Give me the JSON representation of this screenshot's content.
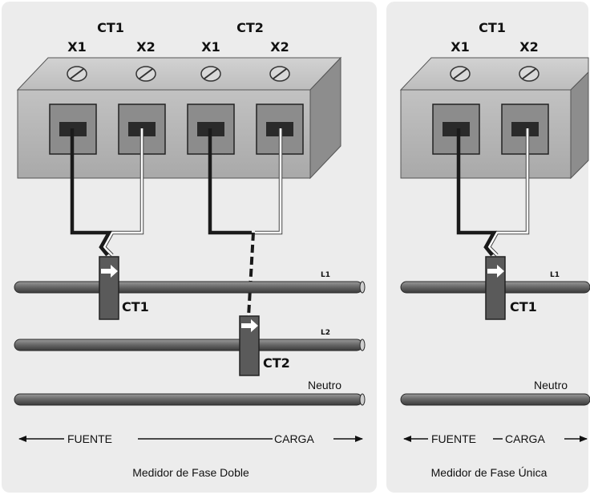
{
  "double_phase": {
    "header": {
      "ct1": "CT1",
      "ct2": "CT2",
      "x1": "X1",
      "x2": "X2"
    },
    "lines": {
      "l1": "L1",
      "l2": "L2",
      "neutral": "Neutro"
    },
    "clamps": {
      "ct1": "CT1",
      "ct2": "CT2"
    },
    "direction": {
      "source": "FUENTE",
      "load": "CARGA"
    },
    "caption": "Medidor de Fase Doble"
  },
  "single_phase": {
    "header": {
      "ct1": "CT1",
      "x1": "X1",
      "x2": "X2"
    },
    "lines": {
      "l1": "L1",
      "neutral": "Neutro"
    },
    "clamps": {
      "ct1": "CT1"
    },
    "direction": {
      "source": "FUENTE",
      "load": "CARGA"
    },
    "caption": "Medidor de Fase Única"
  },
  "colors": {
    "panel_background": "#ececec",
    "terminal_block": "#b9b9b9",
    "terminal_side": "#8d8d8d",
    "conductor": "#6e6e6e",
    "black_lead": "#1a1a1a",
    "white_lead": "#ffffff"
  }
}
